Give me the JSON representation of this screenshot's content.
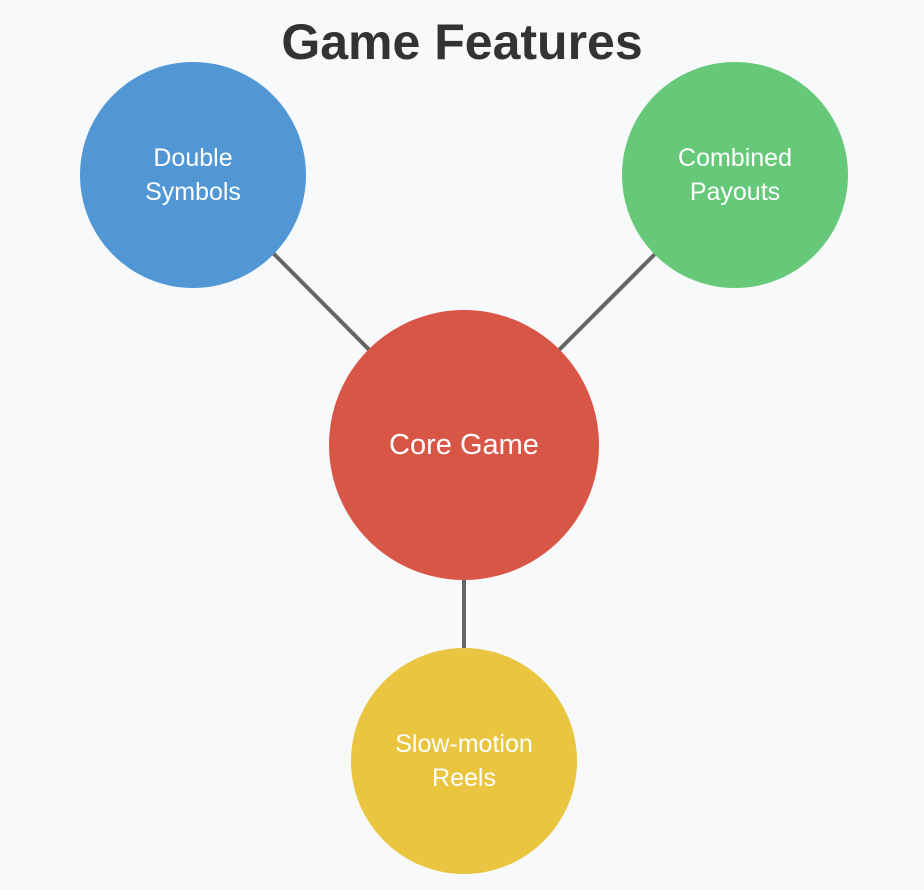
{
  "title": "Game Features",
  "nodes": {
    "core": {
      "label": "Core Game",
      "color": "#d85646"
    },
    "double_symbols": {
      "label": "Double\nSymbols",
      "color": "#5197d6"
    },
    "combined_payouts": {
      "label": "Combined\nPayouts",
      "color": "#66c97a"
    },
    "slow_motion_reels": {
      "label": "Slow-motion\nReels",
      "color": "#e9c540"
    }
  },
  "edges": [
    {
      "from": "core",
      "to": "double_symbols"
    },
    {
      "from": "core",
      "to": "combined_payouts"
    },
    {
      "from": "core",
      "to": "slow_motion_reels"
    }
  ],
  "colors": {
    "background": "#f8f9fa",
    "title": "#333333",
    "connector": "#666666",
    "label": "#ffffff"
  }
}
